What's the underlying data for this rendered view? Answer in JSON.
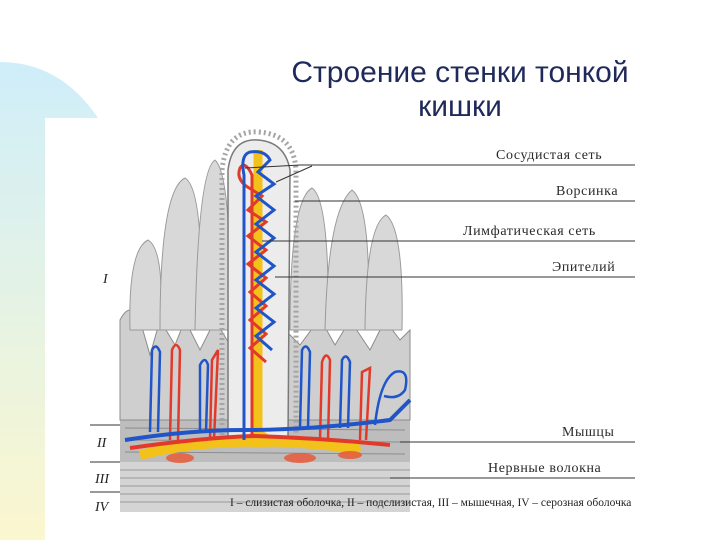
{
  "title_line1": "Строение стенки тонкой",
  "title_line2": "кишки",
  "labels": {
    "vascular_net": "Сосудистая сеть",
    "villus": "Ворсинка",
    "lymphatic_net": "Лимфатическая сеть",
    "epithelium": "Эпителий",
    "muscles": "Мышцы",
    "nerve_fibers": "Нервные волокна"
  },
  "layers": [
    "I",
    "II",
    "III",
    "IV"
  ],
  "caption": "I – слизистая оболочка, II – подслизистая, III – мышечная, IV – серозная оболочка",
  "colors": {
    "title": "#1f2a5a",
    "artery": "#e23a2a",
    "vein": "#1f55c8",
    "lymph": "#f2c21a",
    "tissue": "#c9c9c9"
  }
}
